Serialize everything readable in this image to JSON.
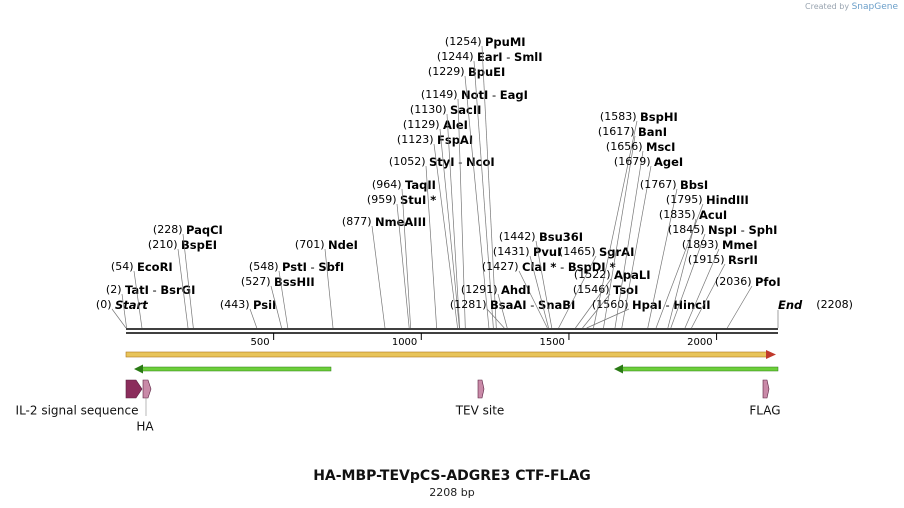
{
  "brand": {
    "created_by": "Created by",
    "name": "SnapGene"
  },
  "title": "HA-MBP-TEVpCS-ADGRE3 CTF-FLAG",
  "subtitle": "2208 bp",
  "length": 2208,
  "ticks": [
    500,
    1000,
    1500,
    2000
  ],
  "colors": {
    "backbone": "#000000",
    "orf": "#e8c45a",
    "orf_arrow": "#c0392b",
    "primer": "#6ccf3a",
    "primer_edge": "#2a7a14",
    "signal": "#8b2d5c",
    "tag": "#c98aa8"
  },
  "sites": [
    {
      "name": "TatI",
      "name2": "BsrGI",
      "pos": 2
    },
    {
      "name": "Start",
      "pos": 0,
      "italic": true
    },
    {
      "name": "EcoRI",
      "pos": 54
    },
    {
      "name": "BspEI",
      "pos": 210
    },
    {
      "name": "PaqCI",
      "pos": 228
    },
    {
      "name": "PsiI",
      "pos": 443
    },
    {
      "name": "BssHII",
      "pos": 527
    },
    {
      "name": "PstI",
      "name2": "SbfI",
      "pos": 548
    },
    {
      "name": "NdeI",
      "pos": 701
    },
    {
      "name": "NmeAIII",
      "pos": 877
    },
    {
      "name": "StuI *",
      "pos": 959
    },
    {
      "name": "TaqII",
      "pos": 964
    },
    {
      "name": "StyI",
      "name2": "NcoI",
      "pos": 1052
    },
    {
      "name": "FspAI",
      "pos": 1123
    },
    {
      "name": "AleI",
      "pos": 1129
    },
    {
      "name": "SacII",
      "pos": 1130
    },
    {
      "name": "NotI",
      "name2": "EagI",
      "pos": 1149
    },
    {
      "name": "BpuEI",
      "pos": 1229
    },
    {
      "name": "EarI",
      "name2": "SmlI",
      "pos": 1244
    },
    {
      "name": "PpuMI",
      "pos": 1254
    },
    {
      "name": "BsaAI",
      "name2": "SnaBI",
      "pos": 1281
    },
    {
      "name": "ClaI *",
      "name2": "BspDI *",
      "pos": 1427
    },
    {
      "name": "AhdI",
      "pos": 1291
    },
    {
      "name": "PvuI",
      "pos": 1431
    },
    {
      "name": "Bsu36I",
      "pos": 1442
    },
    {
      "name": "SgrAI",
      "pos": 1465
    },
    {
      "name": "ApaLI",
      "pos": 1522
    },
    {
      "name": "TsoI",
      "pos": 1546
    },
    {
      "name": "HpaI",
      "name2": "HincII",
      "pos": 1560
    },
    {
      "name": "BspHI",
      "pos": 1583
    },
    {
      "name": "BanI",
      "pos": 1617
    },
    {
      "name": "MscI",
      "pos": 1656
    },
    {
      "name": "AgeI",
      "pos": 1679
    },
    {
      "name": "BbsI",
      "pos": 1767
    },
    {
      "name": "HindIII",
      "pos": 1795
    },
    {
      "name": "AcuI",
      "pos": 1835
    },
    {
      "name": "NspI",
      "name2": "SphI",
      "pos": 1845
    },
    {
      "name": "MmeI",
      "pos": 1893
    },
    {
      "name": "RsrII",
      "pos": 1915
    },
    {
      "name": "PfoI",
      "pos": 2036
    },
    {
      "name": "End",
      "pos": 2208,
      "italic": true
    }
  ],
  "features": [
    {
      "name": "IL-2 signal sequence",
      "type": "signal"
    },
    {
      "name": "HA",
      "type": "tag"
    },
    {
      "name": "TEV site",
      "type": "tag"
    },
    {
      "name": "FLAG",
      "type": "tag"
    }
  ]
}
